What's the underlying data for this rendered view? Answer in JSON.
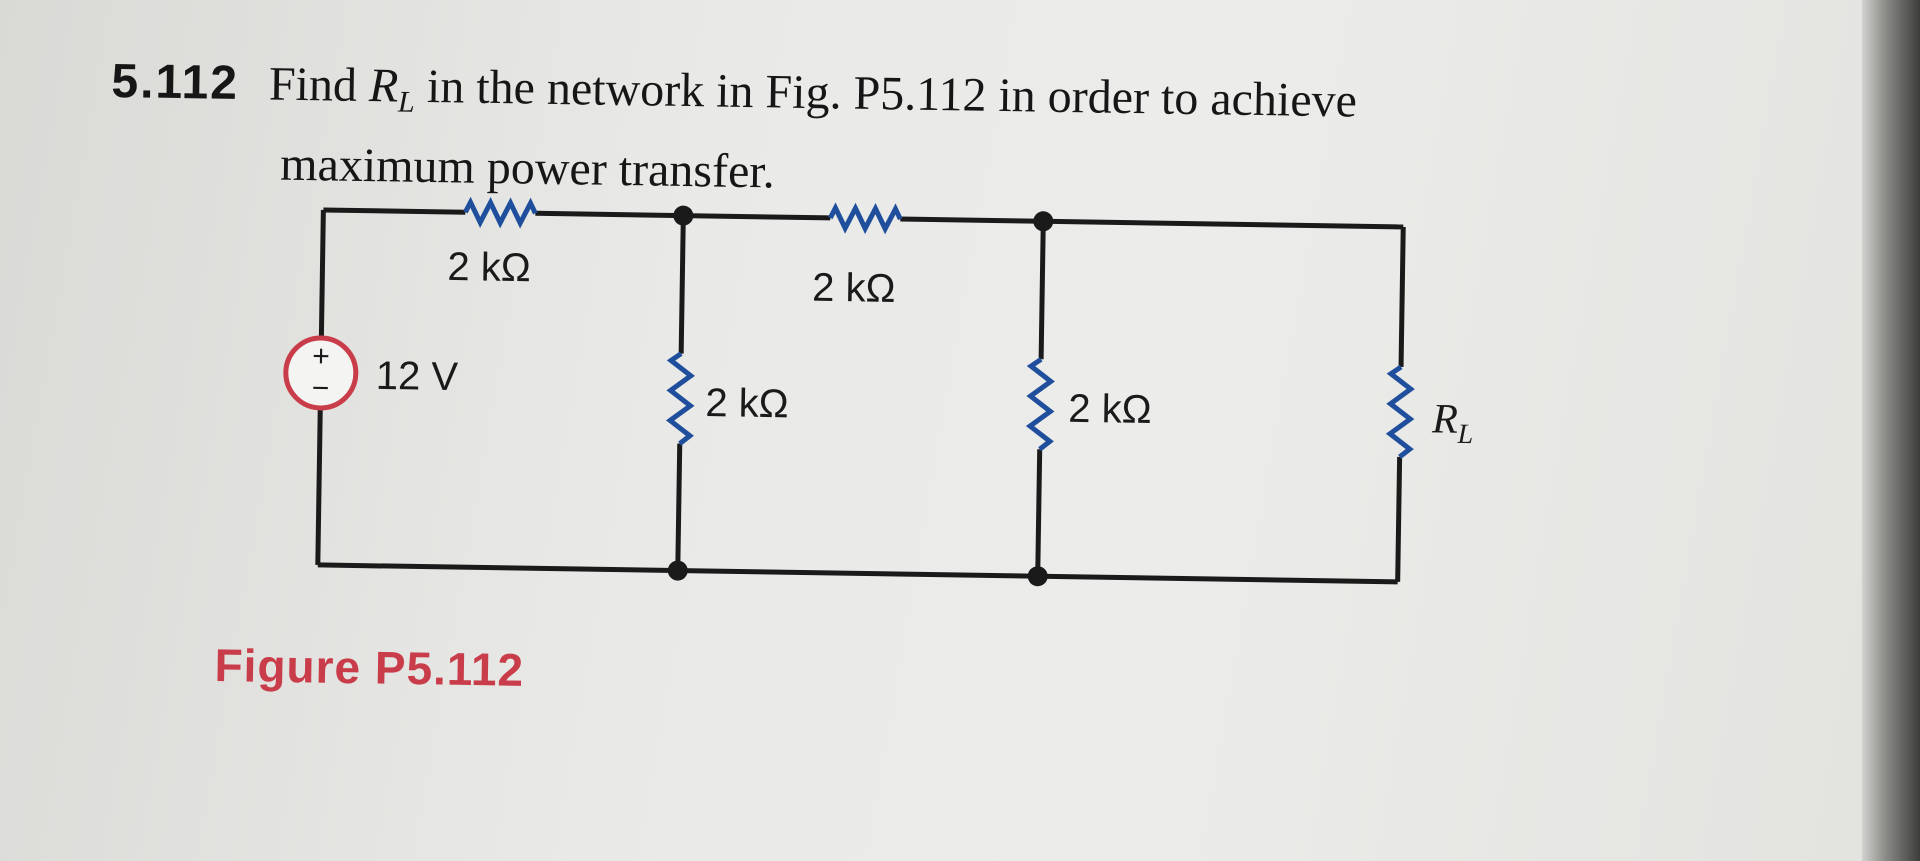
{
  "problem": {
    "number": "5.112",
    "line1_prefix": "Find",
    "var_main": "R",
    "var_sub": "L",
    "line1_suffix": "in the network in Fig. P5.112 in order to achieve",
    "line2": "maximum power transfer."
  },
  "figure": {
    "caption": "Figure P5.112",
    "source": {
      "label": "12 V",
      "plus": "+",
      "minus": "−"
    },
    "resistors": [
      {
        "label": "2 kΩ"
      },
      {
        "label": "2 kΩ"
      },
      {
        "label": "2 kΩ"
      },
      {
        "label": "2 kΩ"
      }
    ],
    "load": {
      "main": "R",
      "sub": "L"
    },
    "colors": {
      "resistor": "#1f4f9c",
      "source_ring": "#c93d4a",
      "wire": "#1a1a1a",
      "caption": "#c93d4a"
    }
  }
}
